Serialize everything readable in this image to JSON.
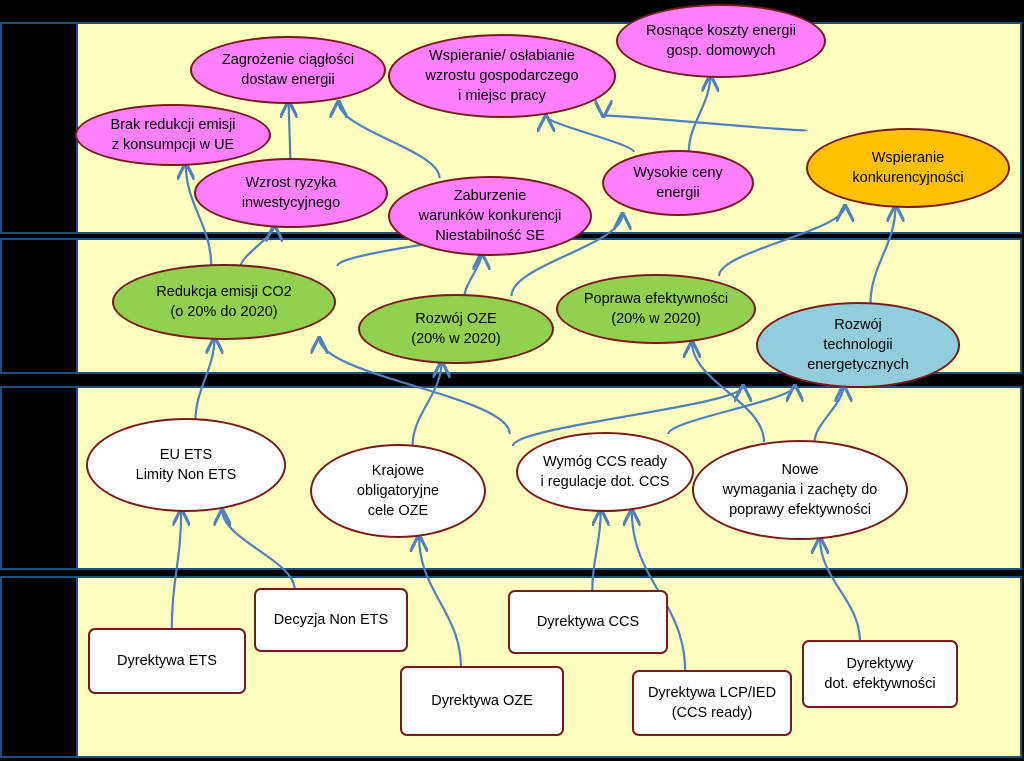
{
  "colors": {
    "band_fill": "#ffffc0",
    "band_border": "#1f4e79",
    "label_fill": "#000000",
    "edge": "#4f81bd",
    "node_border": "#7a1a1a",
    "impact_fill": "#ff80ff",
    "effect_fill": "#92d050",
    "policy_fill": "#ffffff",
    "law_fill": "#ffffff",
    "competitiveness_fill": "#ffc000",
    "technology_fill": "#92cddc"
  },
  "bands": [
    {
      "id": "impacts",
      "label": ""
    },
    {
      "id": "effects",
      "label": ""
    },
    {
      "id": "policies",
      "label": ""
    },
    {
      "id": "legislation",
      "label": ""
    }
  ],
  "nodes": {
    "rosnace_koszty": "Rosnące koszty energii\ngosp. domowych",
    "zagrozenie": "Zagrożenie ciągłości\ndostaw energii",
    "wspieranie_wzrostu": "Wspieranie/ osłabianie\nwzrostu gospodarczego\ni miejsc pracy",
    "brak_redukcji": "Brak redukcji emisji\nz konsumpcji w UE",
    "wzrost_ryzyka": "Wzrost ryzyka\ninwestycyjnego",
    "zaburzenie": "Zaburzenie\nwarunków konkurencji\nNiestabilność SE",
    "wysokie_ceny": "Wysokie ceny\nenergii",
    "wspieranie_konk": "Wspieranie\nkonkurencyjności",
    "redukcja_co2": "Redukcja emisji CO2\n(o 20% do 2020)",
    "rozwoj_oze": "Rozwój OZE\n(20% w 2020)",
    "poprawa_ef": "Poprawa efektywności\n(20% w 2020)",
    "rozwoj_tech": "Rozwój\ntechnologii\nenergetycznych",
    "eu_ets": "EU ETS\nLimity Non ETS",
    "krajowe_cele": "Krajowe\nobligatoryjne\ncele OZE",
    "wymog_ccs": "Wymóg CCS ready\ni regulacje dot. CCS",
    "nowe_wymagania": "Nowe\nwymagania i zachęty do\npoprawy efektywności",
    "decyzja_non_ets": "Decyzja Non ETS",
    "dyrektywa_ccs": "Dyrektywa CCS",
    "dyrektywa_ets": "Dyrektywa ETS",
    "dyrektywa_oze": "Dyrektywa OZE",
    "dyrektywa_lcp": "Dyrektywa LCP/IED\n(CCS ready)",
    "dyrektywy_ef": "Dyrektywy\ndot. efektywności"
  },
  "edges": [
    [
      "dyrektywa_ets",
      "eu_ets"
    ],
    [
      "decyzja_non_ets",
      "eu_ets"
    ],
    [
      "dyrektywa_oze",
      "krajowe_cele"
    ],
    [
      "dyrektywa_ccs",
      "wymog_ccs"
    ],
    [
      "dyrektywa_lcp",
      "wymog_ccs"
    ],
    [
      "dyrektywy_ef",
      "nowe_wymagania"
    ],
    [
      "eu_ets",
      "redukcja_co2"
    ],
    [
      "krajowe_cele",
      "rozwoj_oze"
    ],
    [
      "krajowe_cele",
      "rozwoj_tech"
    ],
    [
      "wymog_ccs",
      "redukcja_co2"
    ],
    [
      "wymog_ccs",
      "rozwoj_tech"
    ],
    [
      "nowe_wymagania",
      "rozwoj_tech"
    ],
    [
      "nowe_wymagania",
      "poprawa_ef"
    ],
    [
      "redukcja_co2",
      "brak_redukcji"
    ],
    [
      "redukcja_co2",
      "wzrost_ryzyka"
    ],
    [
      "redukcja_co2",
      "wysokie_ceny"
    ],
    [
      "rozwoj_oze",
      "zaburzenie"
    ],
    [
      "rozwoj_oze",
      "wysokie_ceny"
    ],
    [
      "poprawa_ef",
      "wspieranie_konk"
    ],
    [
      "rozwoj_tech",
      "wspieranie_konk"
    ],
    [
      "wzrost_ryzyka",
      "zagrozenie"
    ],
    [
      "zaburzenie",
      "zagrozenie"
    ],
    [
      "wysokie_ceny",
      "rosnace_koszty"
    ],
    [
      "wspieranie_konk",
      "wspieranie_wzrostu"
    ],
    [
      "wysokie_ceny",
      "wspieranie_wzrostu"
    ]
  ]
}
